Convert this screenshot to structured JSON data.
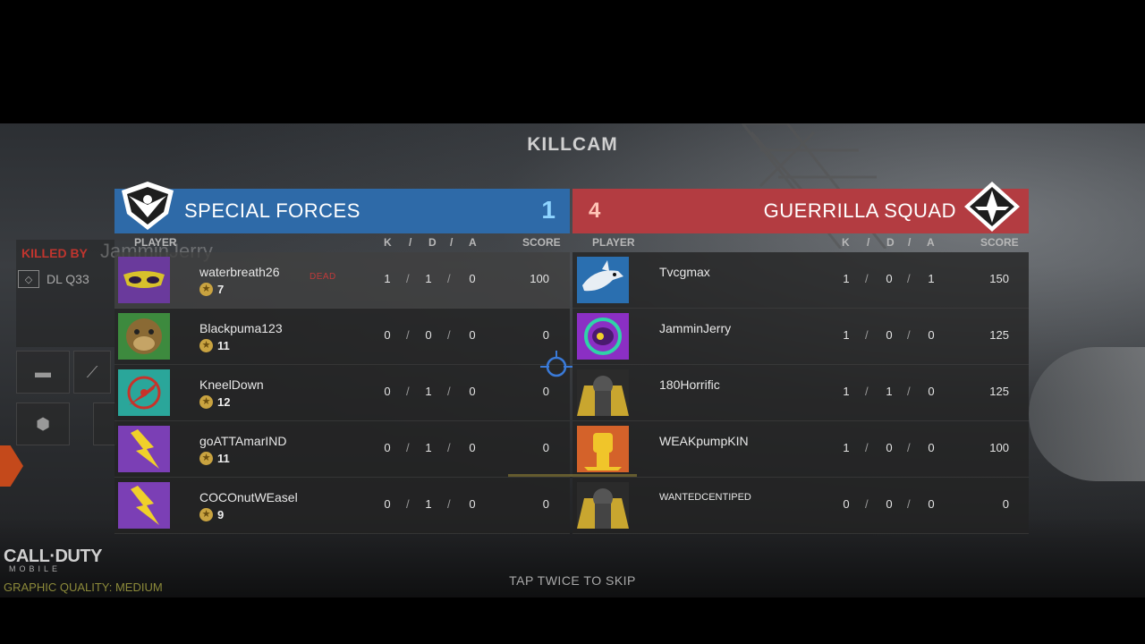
{
  "header": {
    "title": "KILLCAM"
  },
  "killed_by": {
    "label": "KILLED BY",
    "name": "JamminJerry",
    "weapon": "DL Q33"
  },
  "columns": {
    "player": "PLAYER",
    "k": "K",
    "d": "D",
    "a": "A",
    "score": "SCORE",
    "slash": "/"
  },
  "teams": [
    {
      "name": "SPECIAL FORCES",
      "score": "1",
      "color": "#2e6aa8",
      "players": [
        {
          "name": "waterbreath26",
          "level": "7",
          "k": "1",
          "d": "1",
          "a": "0",
          "score": "100",
          "status": "DEAD",
          "avatar": "mask-icon"
        },
        {
          "name": "Blackpuma123",
          "level": "11",
          "k": "0",
          "d": "0",
          "a": "0",
          "score": "0",
          "status": "",
          "avatar": "gorilla-icon"
        },
        {
          "name": "KneelDown",
          "level": "12",
          "k": "0",
          "d": "1",
          "a": "0",
          "score": "0",
          "status": "",
          "avatar": "target-bird-icon"
        },
        {
          "name": "goATTAmarIND",
          "level": "11",
          "k": "0",
          "d": "1",
          "a": "0",
          "score": "0",
          "status": "",
          "avatar": "lightning-icon"
        },
        {
          "name": "COCOnutWEasel",
          "level": "9",
          "k": "0",
          "d": "1",
          "a": "0",
          "score": "0",
          "status": "",
          "avatar": "lightning-icon"
        }
      ]
    },
    {
      "name": "GUERRILLA SQUAD",
      "score": "4",
      "color": "#b33c41",
      "players": [
        {
          "name": "Tvcgmax",
          "k": "1",
          "d": "0",
          "a": "1",
          "score": "150",
          "avatar": "shark-icon"
        },
        {
          "name": "JamminJerry",
          "k": "1",
          "d": "0",
          "a": "0",
          "score": "125",
          "avatar": "eye-ring-icon"
        },
        {
          "name": "180Horrific",
          "k": "1",
          "d": "1",
          "a": "0",
          "score": "125",
          "avatar": "soldier-icon"
        },
        {
          "name": "WEAKpumpKIN",
          "k": "1",
          "d": "0",
          "a": "0",
          "score": "100",
          "avatar": "fist-icon"
        },
        {
          "name": "WANTEDCENTIPED",
          "k": "0",
          "d": "0",
          "a": "0",
          "score": "0",
          "avatar": "soldier-icon"
        }
      ]
    }
  ],
  "footer": {
    "skip_hint": "TAP TWICE TO SKIP",
    "logo_main": "CALL·DUTY",
    "logo_sub": "MOBILE",
    "graphic_quality": "GRAPHIC QUALITY: MEDIUM"
  }
}
